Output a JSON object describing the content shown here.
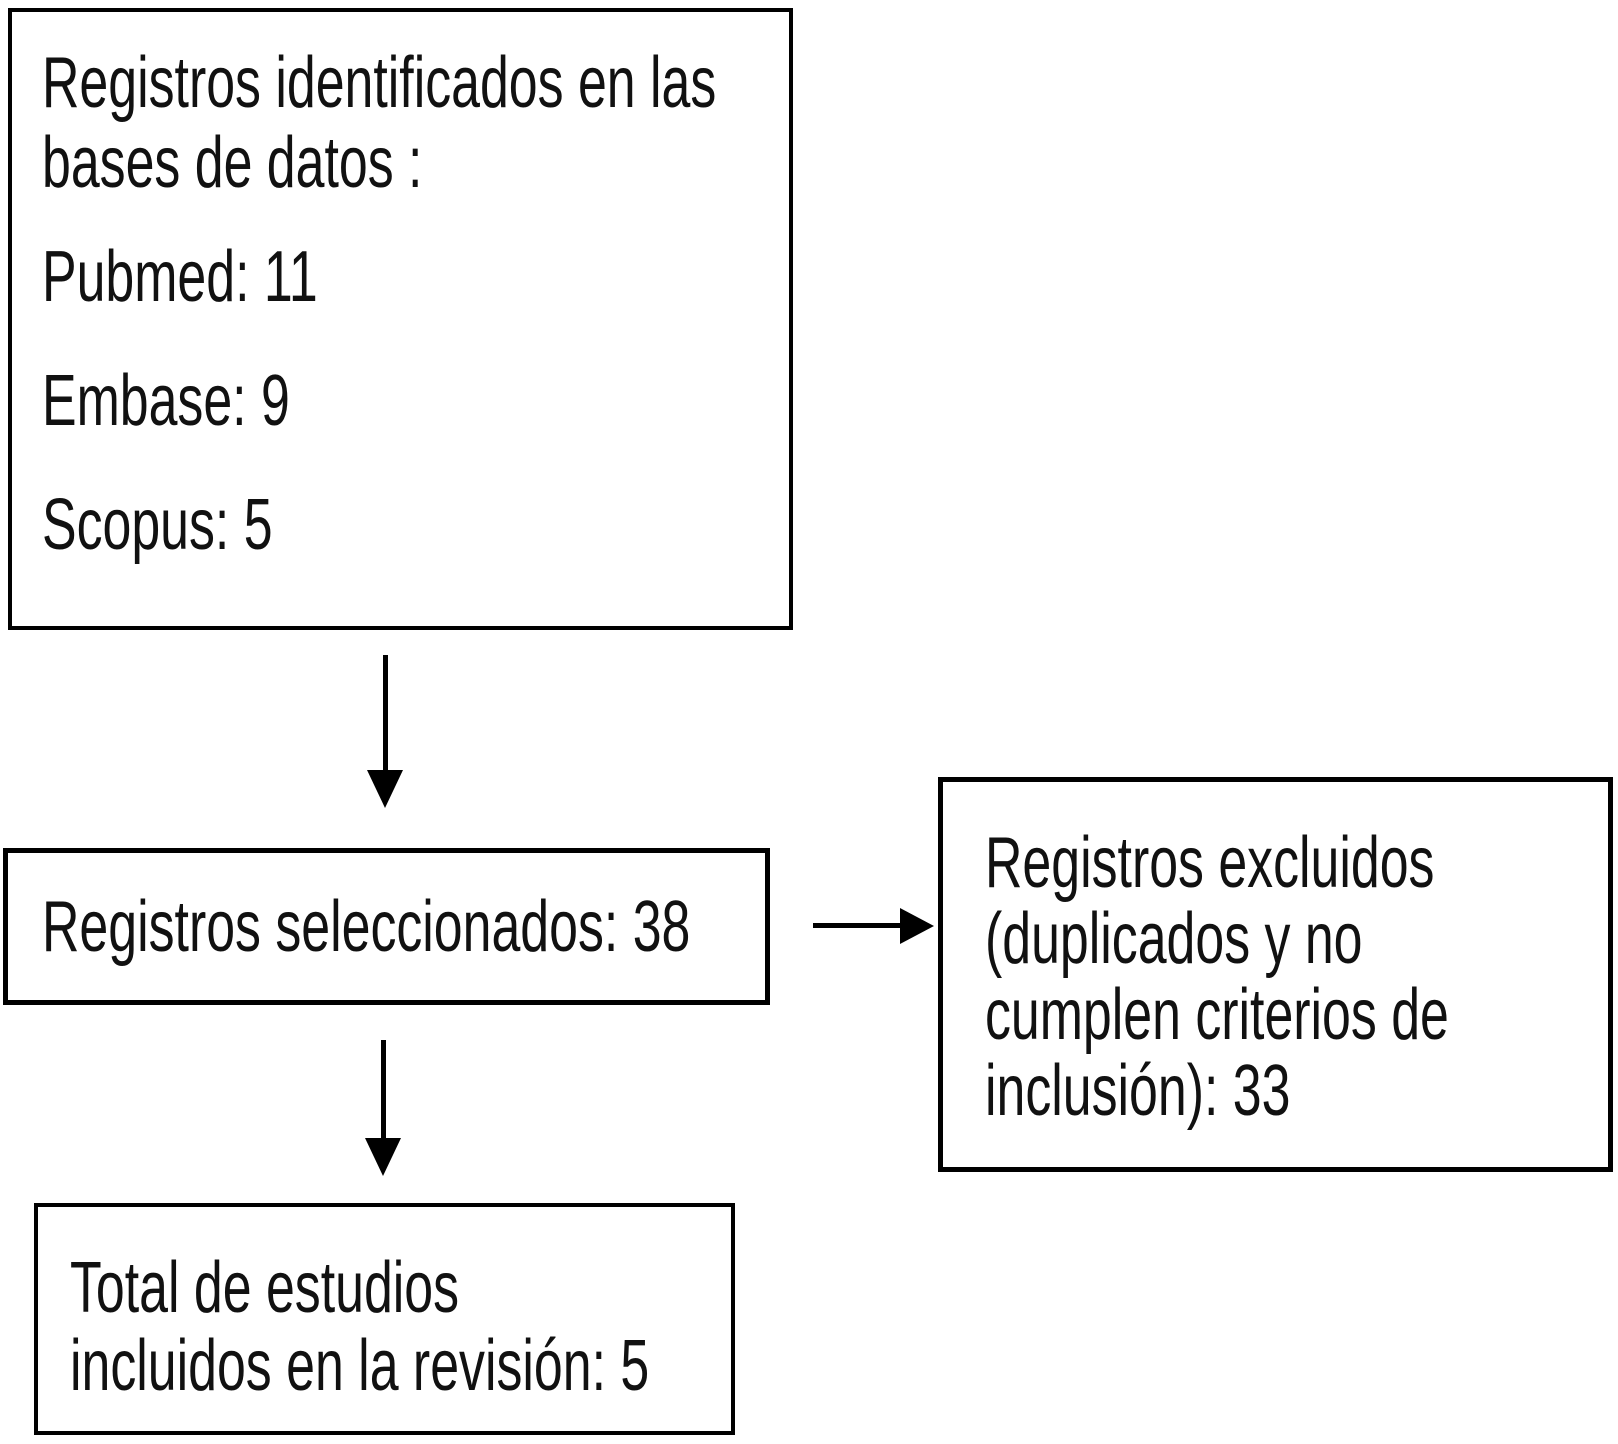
{
  "flowchart": {
    "identification": {
      "heading_line1": "Registros identificados en las",
      "heading_line2": "bases de datos :",
      "pubmed": "Pubmed: 11",
      "embase": "Embase: 9",
      "scopus": "Scopus: 5"
    },
    "screened": {
      "label": "Registros seleccionados: 38"
    },
    "excluded": {
      "line1": "Registros excluidos",
      "line2": "(duplicados y no",
      "line3": "cumplen criterios de",
      "line4": "inclusión): 33"
    },
    "included": {
      "line1": "Total de estudios",
      "line2": "incluidos en la revisión: 5"
    },
    "colors": {
      "border": "#000000",
      "text": "#111111",
      "background": "#ffffff"
    }
  }
}
